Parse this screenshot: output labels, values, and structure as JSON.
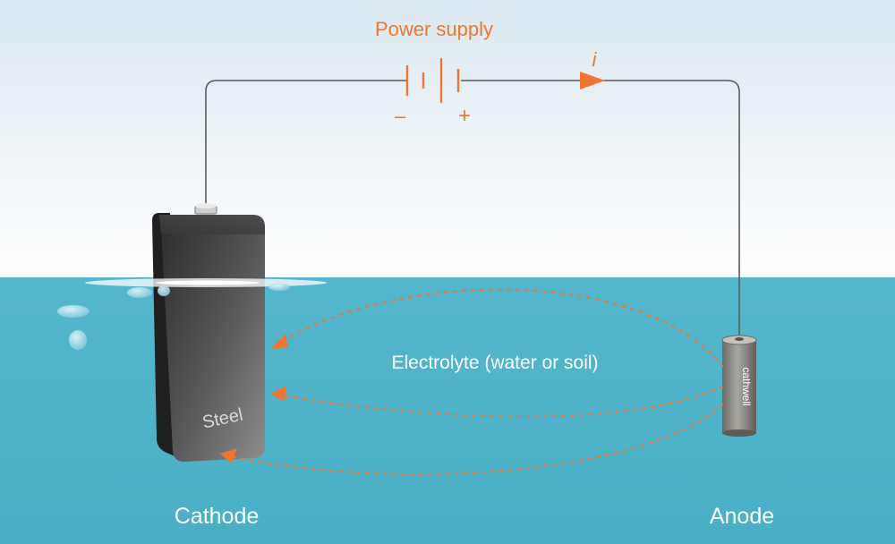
{
  "labels": {
    "power_supply": "Power supply",
    "current": "i",
    "minus": "–",
    "plus": "+",
    "electrolyte": "Electrolyte (water or soil)",
    "steel": "Steel",
    "anode_brand": "cathwell",
    "cathode": "Cathode",
    "anode": "Anode"
  },
  "colors": {
    "accent": "#ee7633",
    "water": "#52b3ca",
    "sky_top": "#dfebf2",
    "wire": "#5a5a5a",
    "label_white": "#ffffff"
  }
}
